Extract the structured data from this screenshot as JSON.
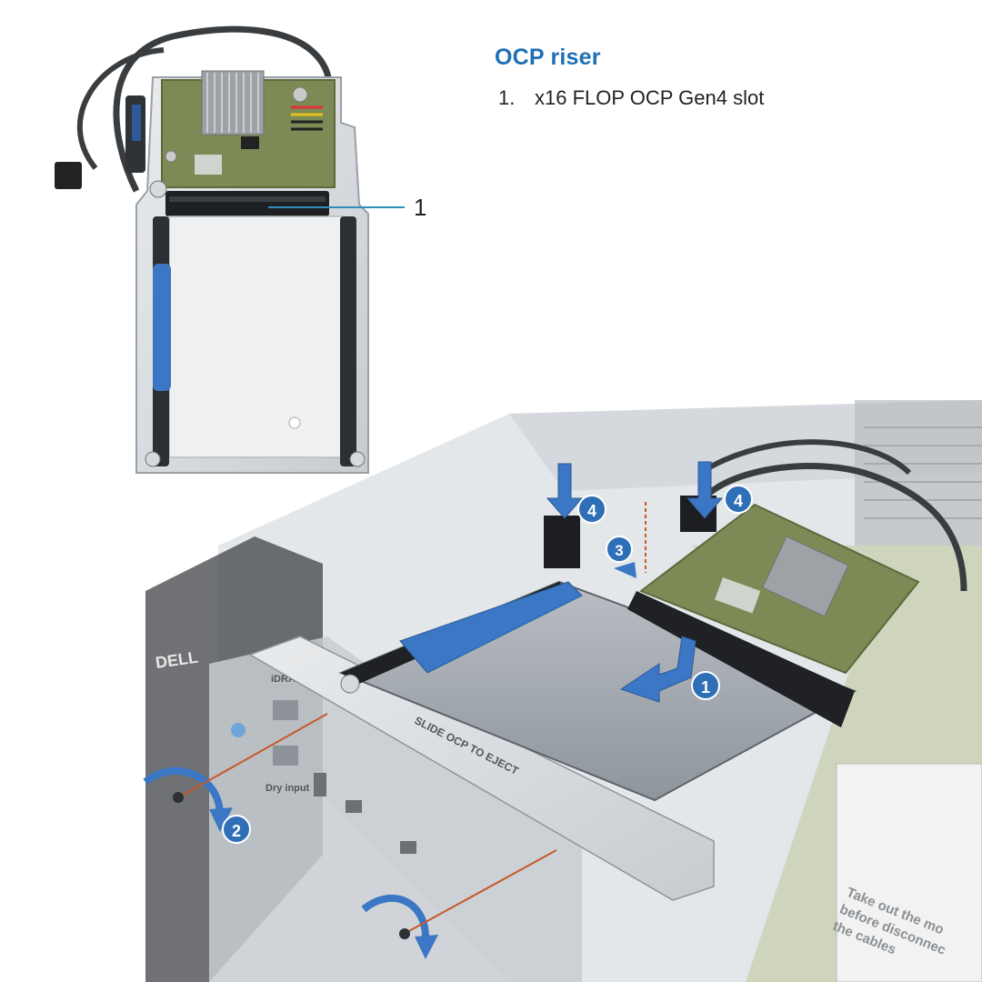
{
  "heading": "OCP riser",
  "legend": [
    {
      "number": "1.",
      "text": "x16 FLOP OCP Gen4 slot"
    }
  ],
  "top_figure": {
    "callout_label": "1"
  },
  "bottom_figure": {
    "step_badges": [
      "1",
      "2",
      "3",
      "4",
      "4"
    ],
    "engraving_slide": "SLIDE OCP TO EJECT",
    "port_labels": {
      "idrac": "iDRAC",
      "dry_input": "Dry input",
      "brand": "DELL"
    },
    "tray_label_lines": [
      "Take out the mo",
      "before disconnec",
      "the cables"
    ]
  },
  "colors": {
    "heading_blue": "#1f6fb5",
    "badge_blue": "#2f6fb7",
    "latch_blue": "#3b77c4",
    "leader_orange": "#c8582a"
  }
}
